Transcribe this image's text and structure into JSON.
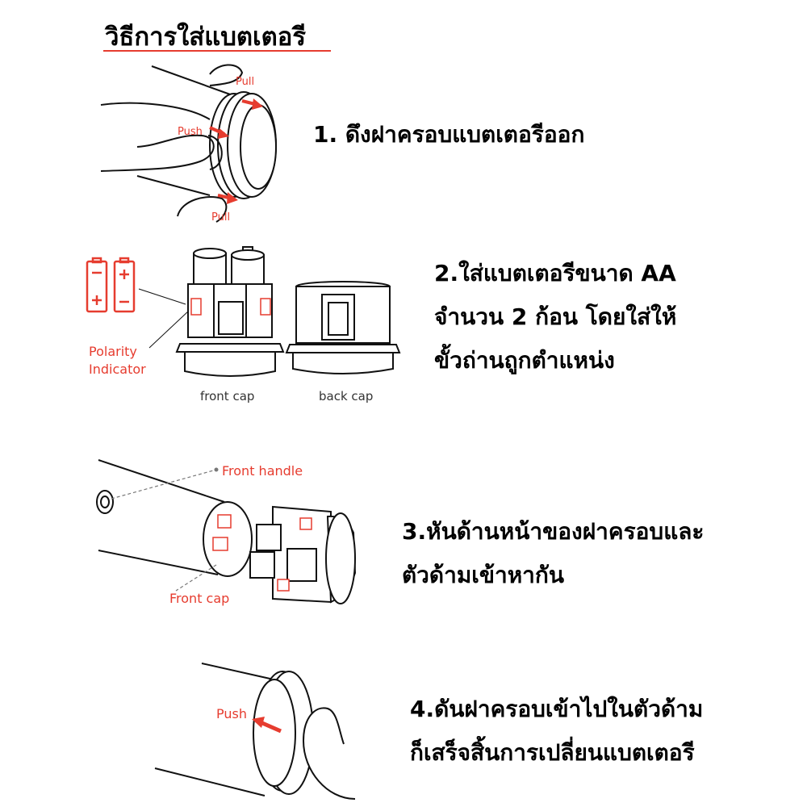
{
  "title": "วิธีการใส่แบตเตอรี",
  "steps": [
    {
      "lines": [
        "1. ดึงฝาครอบแบตเตอรีออก"
      ]
    },
    {
      "lines": [
        "2.ใส่แบตเตอรีขนาด AA",
        "จำนวน 2 ก้อน โดยใส่ให้",
        "ขั้วถ่านถูกตำแหน่ง"
      ]
    },
    {
      "lines": [
        "3.หันด้านหน้าของฝาครอบและ",
        "ตัวด้ามเข้าหากัน"
      ]
    },
    {
      "lines": [
        "4.ดันฝาครอบเข้าไปในตัวด้าม",
        "ก็เสร็จสิ้นการเปลี่ยนแบตเตอรี"
      ]
    }
  ],
  "labels": {
    "pull": "Pull",
    "push": "Push",
    "polarity_line1": "Polarity",
    "polarity_line2": "Indicator",
    "front_cap": "front cap",
    "back_cap": "back cap",
    "front_handle": "Front handle",
    "front_cap_step3": "Front cap"
  },
  "colors": {
    "accent": "#e63c2f",
    "line": "#111111"
  },
  "icons": [
    "battery-pair-icon",
    "arrow-icon"
  ]
}
